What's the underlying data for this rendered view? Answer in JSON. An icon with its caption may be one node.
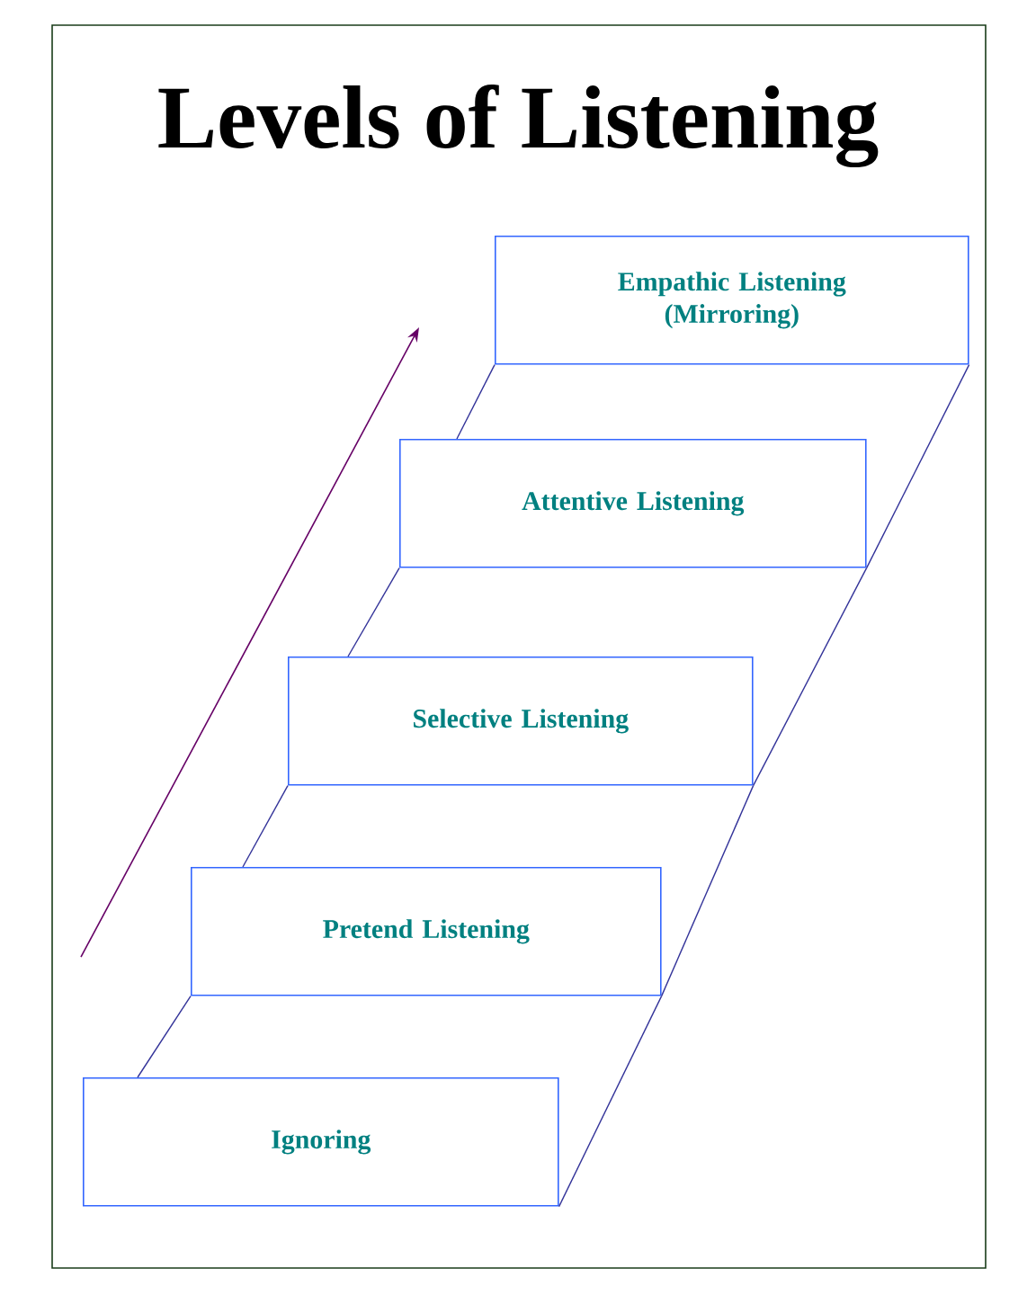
{
  "diagram": {
    "title": "Levels of Listening",
    "nodes": [
      {
        "text": [
          "Empathic Listening (Mirroring)"
        ]
      },
      {
        "text": [
          "Attentive Listening"
        ]
      },
      {
        "text": [
          "Selective Listening"
        ]
      },
      {
        "text": [
          "Pretend Listening"
        ]
      },
      {
        "text": [
          "Ignoring"
        ]
      }
    ],
    "edges": [
      {
        "from": 0,
        "to": 1,
        "arrow": "none"
      },
      {
        "from": 1,
        "to": 2,
        "arrow": "none"
      },
      {
        "from": 2,
        "to": 3,
        "arrow": "none"
      },
      {
        "from": 3,
        "to": 4,
        "arrow": "none"
      },
      {
        "from": 0,
        "to": 1,
        "arrow": "none"
      },
      {
        "from": 1,
        "to": 2,
        "arrow": "none"
      },
      {
        "from": 2,
        "to": 3,
        "arrow": "none"
      },
      {
        "from": 3,
        "to": 4,
        "arrow": "none"
      }
    ]
  }
}
